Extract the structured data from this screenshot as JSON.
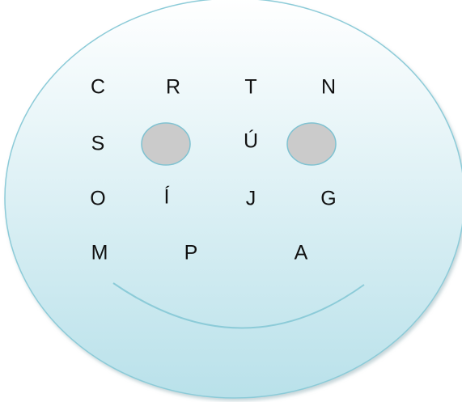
{
  "colors": {
    "face_fill_top": "#ffffff",
    "face_fill_bottom": "#b9e1ea",
    "face_outline": "#8ccbd8",
    "eye_fill": "#cbcbcb",
    "eye_outline": "#7fc2d1",
    "smile_stroke": "#8ccbd8",
    "letter_color": "#111111"
  },
  "letters": {
    "row1": [
      "C",
      "R",
      "T",
      "N"
    ],
    "row2": [
      "S",
      "Ú"
    ],
    "row3": [
      "O",
      "Í",
      "J",
      "G"
    ],
    "row4": [
      "M",
      "P",
      "A"
    ]
  },
  "icons": {
    "face": "smiley-face-icon",
    "eyes": "oval-eye-icon",
    "mouth": "smile-curve-icon"
  }
}
